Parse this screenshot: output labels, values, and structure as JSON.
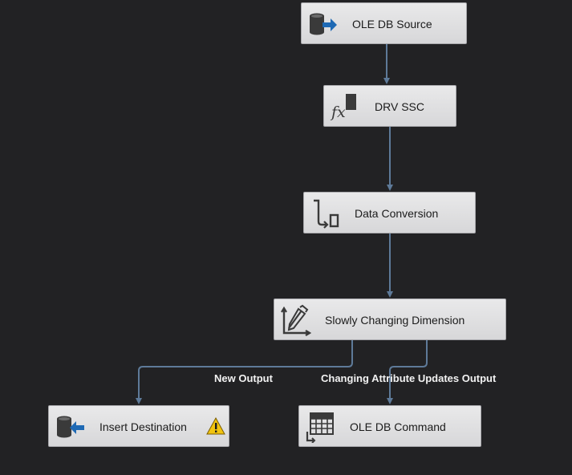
{
  "nodes": {
    "ole_db_source": {
      "label": "OLE DB Source",
      "icon": "database-source-icon"
    },
    "drv_ssc": {
      "label": "DRV SSC",
      "icon": "derived-column-fx-icon"
    },
    "data_conversion": {
      "label": "Data Conversion",
      "icon": "data-conversion-icon"
    },
    "scd": {
      "label": "Slowly Changing Dimension",
      "icon": "slowly-changing-dimension-icon"
    },
    "insert_destination": {
      "label": "Insert Destination",
      "icon": "database-destination-icon",
      "status": "warning"
    },
    "ole_db_command": {
      "label": "OLE DB Command",
      "icon": "ole-db-command-icon"
    }
  },
  "paths": {
    "new_output": "New Output",
    "changing_attribute_updates_output": "Changing Attribute Updates Output"
  },
  "colors": {
    "canvas": "#222224",
    "connector": "#5e7a99",
    "node_fill": "#dededf",
    "icon_dark": "#3a3a3a",
    "icon_blue": "#1e69b4",
    "warning": "#f1c40f"
  }
}
